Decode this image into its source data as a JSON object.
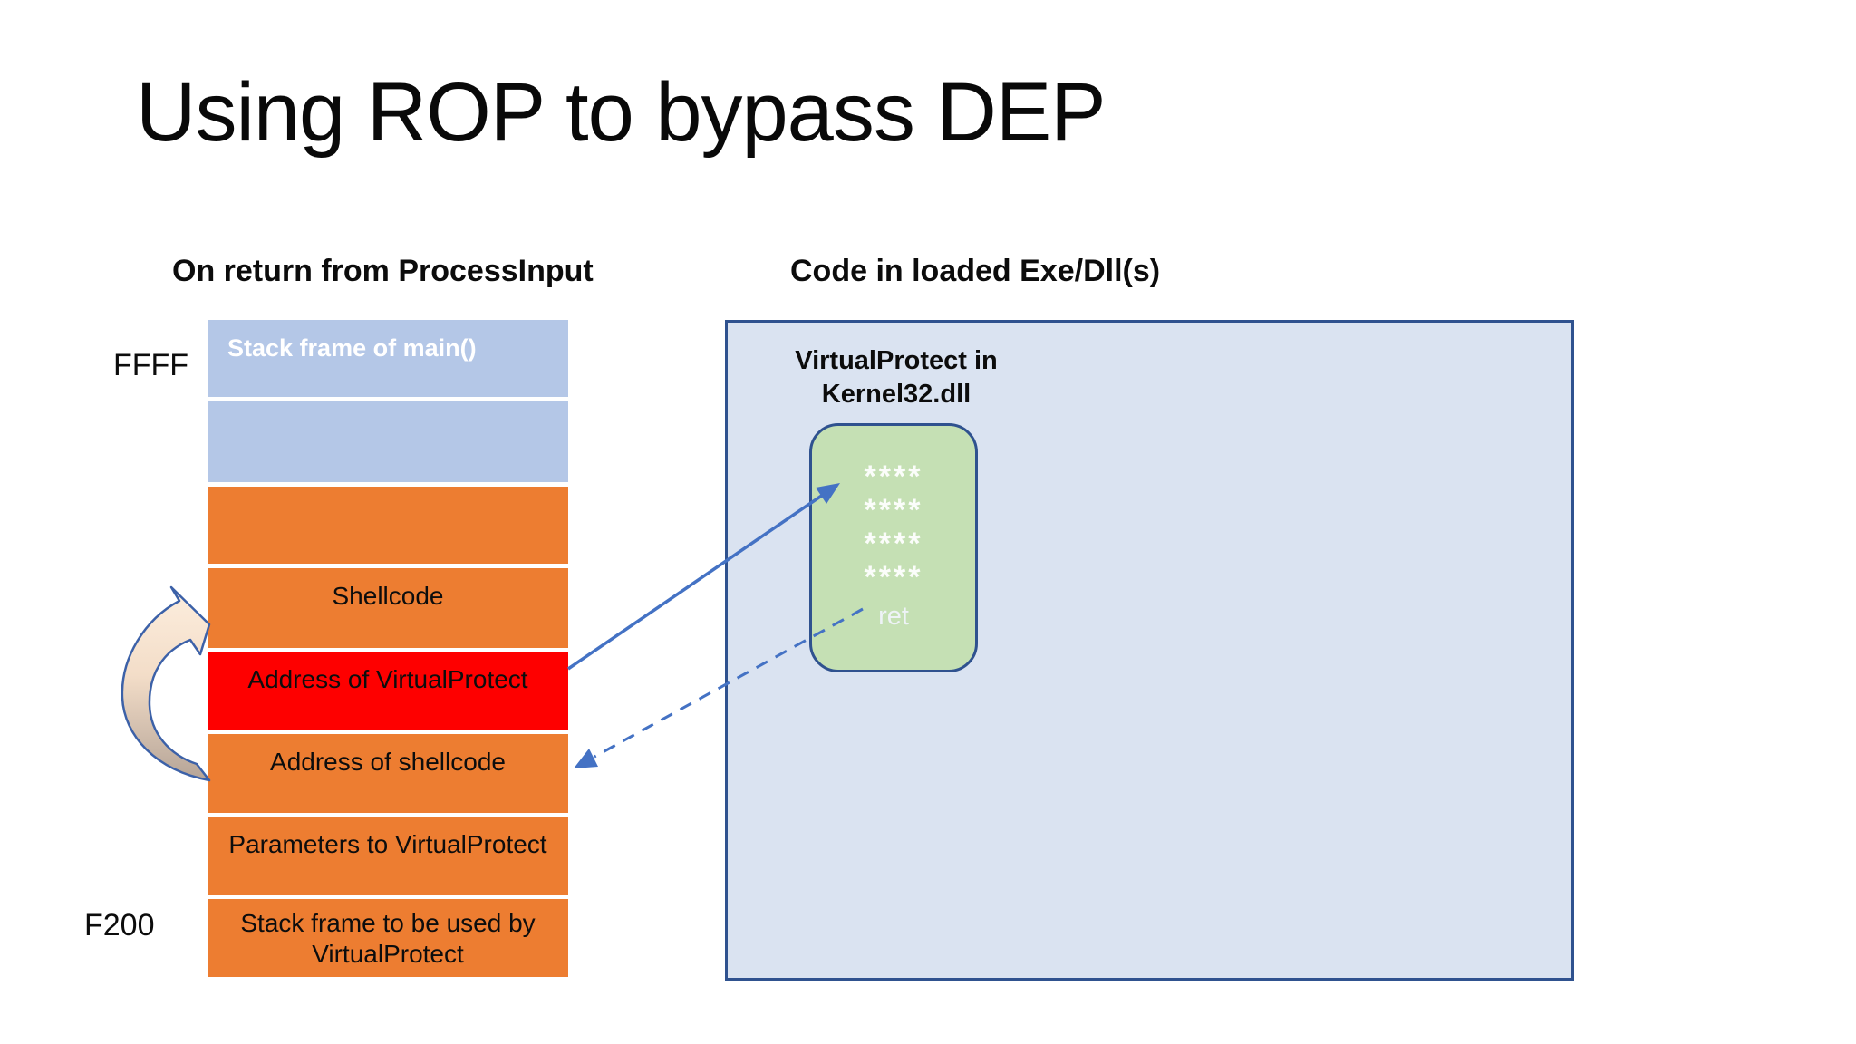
{
  "slide": {
    "title": "Using ROP to bypass DEP",
    "left": {
      "header": "On return from ProcessInput",
      "address_top": "FFFF",
      "address_bottom": "F200",
      "stack": [
        {
          "label": "Stack frame of main()",
          "color": "#b4c7e7"
        },
        {
          "label": "",
          "color": "#b4c7e7"
        },
        {
          "label": "",
          "color": "#ed7d31"
        },
        {
          "label": "Shellcode",
          "color": "#ed7d31"
        },
        {
          "label": "Address of VirtualProtect",
          "color": "#fe0000"
        },
        {
          "label": "Address of shellcode",
          "color": "#ed7d31"
        },
        {
          "label": "Parameters to VirtualProtect",
          "color": "#ed7d31"
        },
        {
          "label": "Stack frame to be used by VirtualProtect",
          "color": "#ed7d31"
        }
      ]
    },
    "right": {
      "header": "Code in loaded Exe/Dll(s)",
      "panel_label_line1": "VirtualProtect in",
      "panel_label_line2": "Kernel32.dll",
      "gadget_rows": [
        "****",
        "****",
        "****",
        "****"
      ],
      "gadget_ret": "ret"
    },
    "colors": {
      "stack_blue": "#b4c7e7",
      "stack_orange": "#ed7d31",
      "stack_red": "#fe0000",
      "panel_fill": "#dae3f1",
      "panel_border": "#2f528f",
      "gadget_fill": "#c5e0b4",
      "arrow_blue": "#4472c4",
      "loop_arrow_top": "#fdeede",
      "loop_arrow_bottom": "#b3a295"
    }
  }
}
